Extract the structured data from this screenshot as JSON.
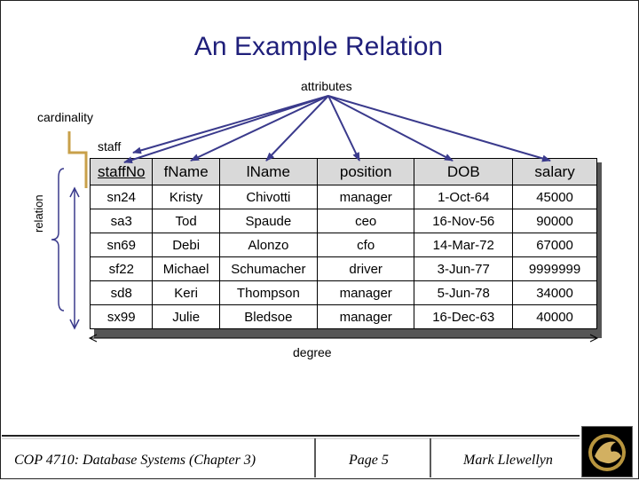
{
  "title": "An Example Relation",
  "labels": {
    "attributes": "attributes",
    "cardinality": "cardinality",
    "staff": "staff",
    "relation": "relation",
    "degree": "degree"
  },
  "table": {
    "headers": [
      "staffNo",
      "fName",
      "lName",
      "position",
      "DOB",
      "salary"
    ],
    "rows": [
      [
        "sn24",
        "Kristy",
        "Chivotti",
        "manager",
        "1-Oct-64",
        "45000"
      ],
      [
        "sa3",
        "Tod",
        "Spaude",
        "ceo",
        "16-Nov-56",
        "90000"
      ],
      [
        "sn69",
        "Debi",
        "Alonzo",
        "cfo",
        "14-Mar-72",
        "67000"
      ],
      [
        "sf22",
        "Michael",
        "Schumacher",
        "driver",
        "3-Jun-77",
        "9999999"
      ],
      [
        "sd8",
        "Keri",
        "Thompson",
        "manager",
        "5-Jun-78",
        "34000"
      ],
      [
        "sx99",
        "Julie",
        "Bledsoe",
        "manager",
        "16-Dec-63",
        "40000"
      ]
    ]
  },
  "footer": {
    "course": "COP 4710: Database Systems  (Chapter 3)",
    "page": "Page 5",
    "author": "Mark Llewellyn"
  },
  "colors": {
    "title": "#1f1f7a",
    "arrows": "#3a3a8c",
    "bracket": "#c8a04a"
  }
}
